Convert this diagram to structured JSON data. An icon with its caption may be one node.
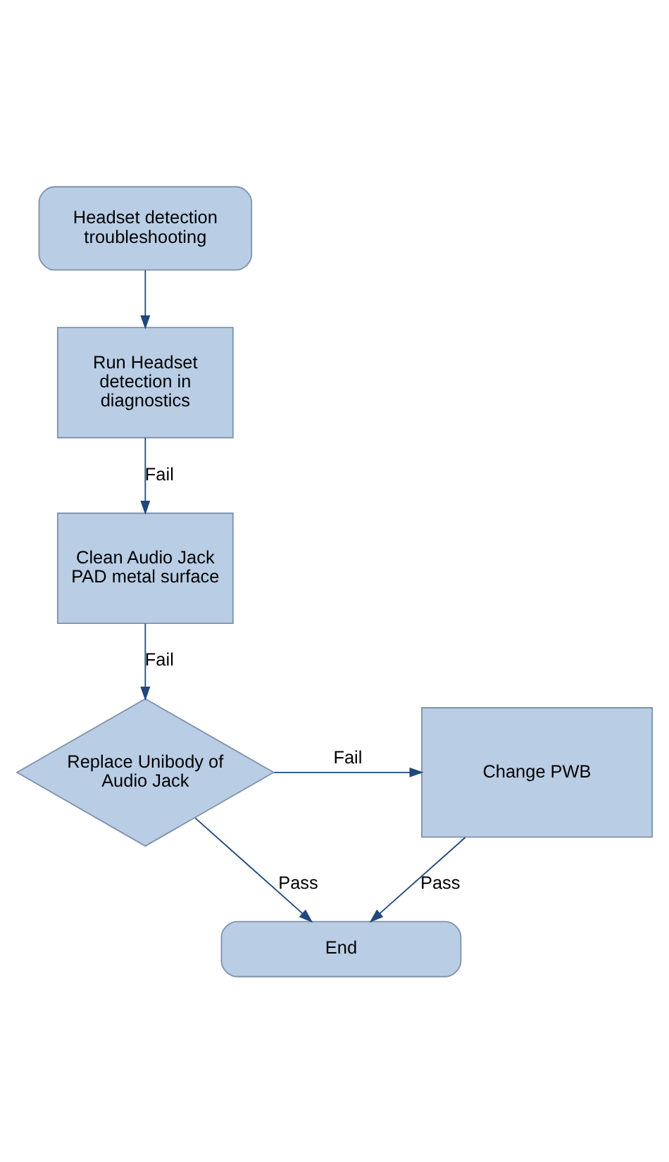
{
  "diagram": {
    "nodes": [
      {
        "text": [
          "Headset detection troubleshooting"
        ]
      },
      {
        "text": [
          "Run Headset detection in diagnostics"
        ]
      },
      {
        "text": [
          "Clean Audio Jack PAD metal surface"
        ]
      },
      {
        "text": [
          "Replace Unibody of Audio Jack"
        ]
      },
      {
        "text": [
          "Change PWB"
        ]
      },
      {
        "text": [
          "End"
        ]
      }
    ],
    "edges": [
      {
        "from": 0,
        "to": 1,
        "arrow": "to"
      },
      {
        "from": 1,
        "to": 2,
        "arrow": "to",
        "label": "Fail"
      },
      {
        "from": 2,
        "to": 3,
        "arrow": "to",
        "label": "Fail"
      },
      {
        "from": 3,
        "to": 4,
        "arrow": "to",
        "label": "Fail"
      },
      {
        "from": 3,
        "to": 5,
        "arrow": "to",
        "label": "Pass"
      },
      {
        "from": 4,
        "to": 5,
        "arrow": "to",
        "label": "Pass"
      }
    ]
  }
}
